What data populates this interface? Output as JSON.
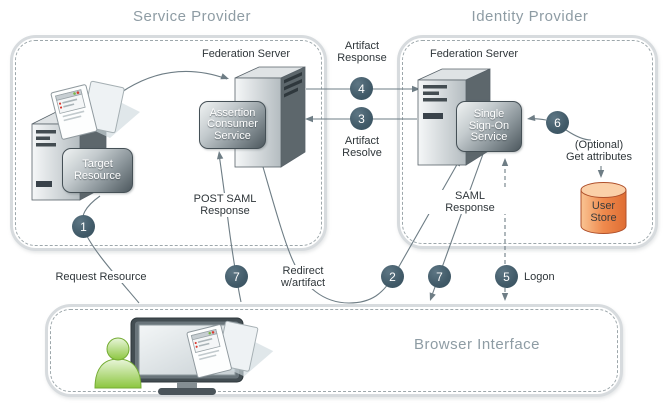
{
  "zones": {
    "service_provider": {
      "title": "Service Provider",
      "federation_server_label": "Federation Server",
      "target_resource_badge": "Target\nResource",
      "assertion_consumer_service_badge": "Assertion\nConsumer\nService"
    },
    "identity_provider": {
      "title": "Identity Provider",
      "federation_server_label": "Federation Server",
      "single_sign_on_badge": "Single\nSign-On\nService",
      "optional_get_attributes": "(Optional)\nGet attributes",
      "user_store_label": "User\nStore"
    },
    "browser": {
      "title": "Browser Interface"
    }
  },
  "flow_labels": {
    "request_resource": "Request Resource",
    "artifact_response": "Artifact\nResponse",
    "artifact_resolve": "Artifact\nResolve",
    "post_saml_response": "POST SAML\nResponse",
    "redirect_w_artifact": "Redirect\nw/artifact",
    "saml_response": "SAML\nResponse",
    "logon": "Logon"
  },
  "steps": [
    {
      "number": "1"
    },
    {
      "number": "2"
    },
    {
      "number": "3"
    },
    {
      "number": "4"
    },
    {
      "number": "5"
    },
    {
      "number": "6"
    },
    {
      "number": "7"
    },
    {
      "number": "7"
    }
  ],
  "icons": {
    "server_tower": "3d-server-tower",
    "documents": "web-page-documents",
    "monitor": "desktop-monitor",
    "user_person": "green-user-figure",
    "user_store": "orange-database-cylinder"
  },
  "colors": {
    "step_circle": "#415a68",
    "zone_title": "#8e9ca4",
    "label_text": "#2f363a",
    "line": "#6e7d85",
    "zone_border": "#d7dbde",
    "user_store_orange": "#ef8a4d"
  }
}
